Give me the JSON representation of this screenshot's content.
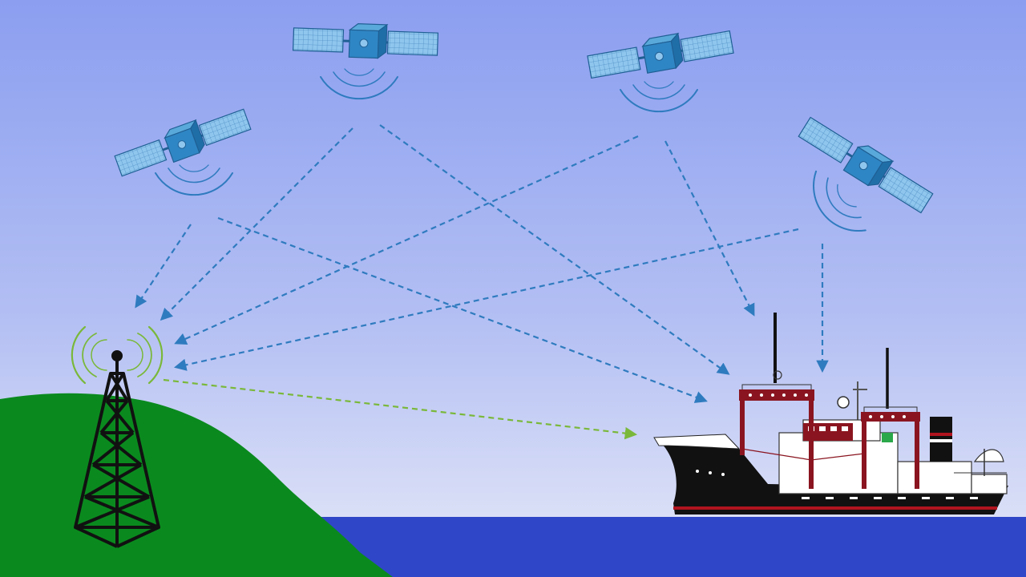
{
  "colors": {
    "sky_top": "#8b9ef0",
    "sky_bottom": "#e4e8f8",
    "sea": "#2f46c8",
    "land": "#0a8a1e",
    "satellite_body": "#2f86c4",
    "solar_panel": "#8fc6ee",
    "signal_blue": "#2f7bbf",
    "signal_green": "#7ab83a",
    "tower": "#111111",
    "hull": "#111111",
    "hull_stripe": "#b0141e",
    "superstructure": "#ffffff",
    "mast_red": "#8a1520"
  },
  "icons": {
    "satellite": "satellite-icon",
    "signal_waves": "signal-waves-icon",
    "radio_tower": "radio-tower-icon",
    "ship": "ship-icon",
    "land": "hill-icon",
    "sea": "sea-icon"
  },
  "links": [
    {
      "from": "satellite-1",
      "to": "tower",
      "color": "blue"
    },
    {
      "from": "satellite-1",
      "to": "ship",
      "color": "blue"
    },
    {
      "from": "satellite-2",
      "to": "tower",
      "color": "blue"
    },
    {
      "from": "satellite-2",
      "to": "ship",
      "color": "blue"
    },
    {
      "from": "satellite-3",
      "to": "tower",
      "color": "blue"
    },
    {
      "from": "satellite-3",
      "to": "ship",
      "color": "blue"
    },
    {
      "from": "satellite-4",
      "to": "tower",
      "color": "blue"
    },
    {
      "from": "satellite-4",
      "to": "ship",
      "color": "blue"
    },
    {
      "from": "tower",
      "to": "ship",
      "color": "green"
    }
  ]
}
